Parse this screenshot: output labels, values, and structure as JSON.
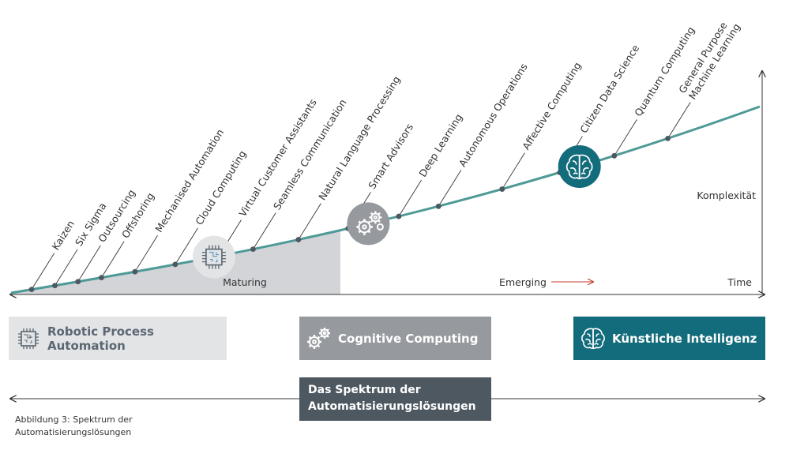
{
  "diagram": {
    "milestones": [
      {
        "label": "Kaizen",
        "t": 0.035
      },
      {
        "label": "Six Sigma",
        "t": 0.074
      },
      {
        "label": "Outsourcing",
        "t": 0.112
      },
      {
        "label": "Offshoring",
        "t": 0.15
      },
      {
        "label": "Mechanised Automation",
        "t": 0.203
      },
      {
        "label": "Cloud Computing",
        "t": 0.265
      },
      {
        "label": "Virtual Customer Assistants",
        "t": 0.33
      },
      {
        "label": "Seamless Communication",
        "t": 0.38
      },
      {
        "label": "Natural Language Processing",
        "t": 0.444
      },
      {
        "label": "Smart Advisors",
        "t": 0.512
      },
      {
        "label": "Deep Learning",
        "t": 0.579
      },
      {
        "label": "Autonomous Operations",
        "t": 0.63
      },
      {
        "label": "Affective Computing",
        "t": 0.709
      },
      {
        "label": "Citizen Data Science",
        "t": 0.778
      },
      {
        "label": "Quantum Computing",
        "t": 0.841
      },
      {
        "label": "General Purpose|Machine Learning",
        "t": 0.901
      }
    ],
    "curve_icons": [
      {
        "name": "chip-icon",
        "t": 0.323,
        "fill": "#e3e4e6",
        "stroke": "#5a6772"
      },
      {
        "name": "gears-icon",
        "t": 0.539,
        "fill": "#96999e",
        "stroke": "#ffffff"
      },
      {
        "name": "brain-icon",
        "t": 0.801,
        "fill": "#136c7b",
        "stroke": "#ffffff"
      }
    ],
    "axis_labels": {
      "maturing": "Maturing",
      "emerging": "Emerging",
      "time": "Time",
      "complexity": "Komplexität"
    },
    "colors": {
      "curve": "#4e9a96",
      "shade": "#d2d4d8",
      "emerging_arrow": "#c0392b",
      "axis": "#333333"
    }
  },
  "categories": {
    "rpa": "Robotic Process Automation",
    "cognitive": "Cognitive Computing",
    "ki": "Künstliche Intelligenz"
  },
  "spectrum": {
    "line1": "Das Spektrum der",
    "line2": "Automatisierungslösungen"
  },
  "caption": {
    "line1": "Abbildung 3: Spektrum der",
    "line2": "Automatisierungslösungen"
  }
}
